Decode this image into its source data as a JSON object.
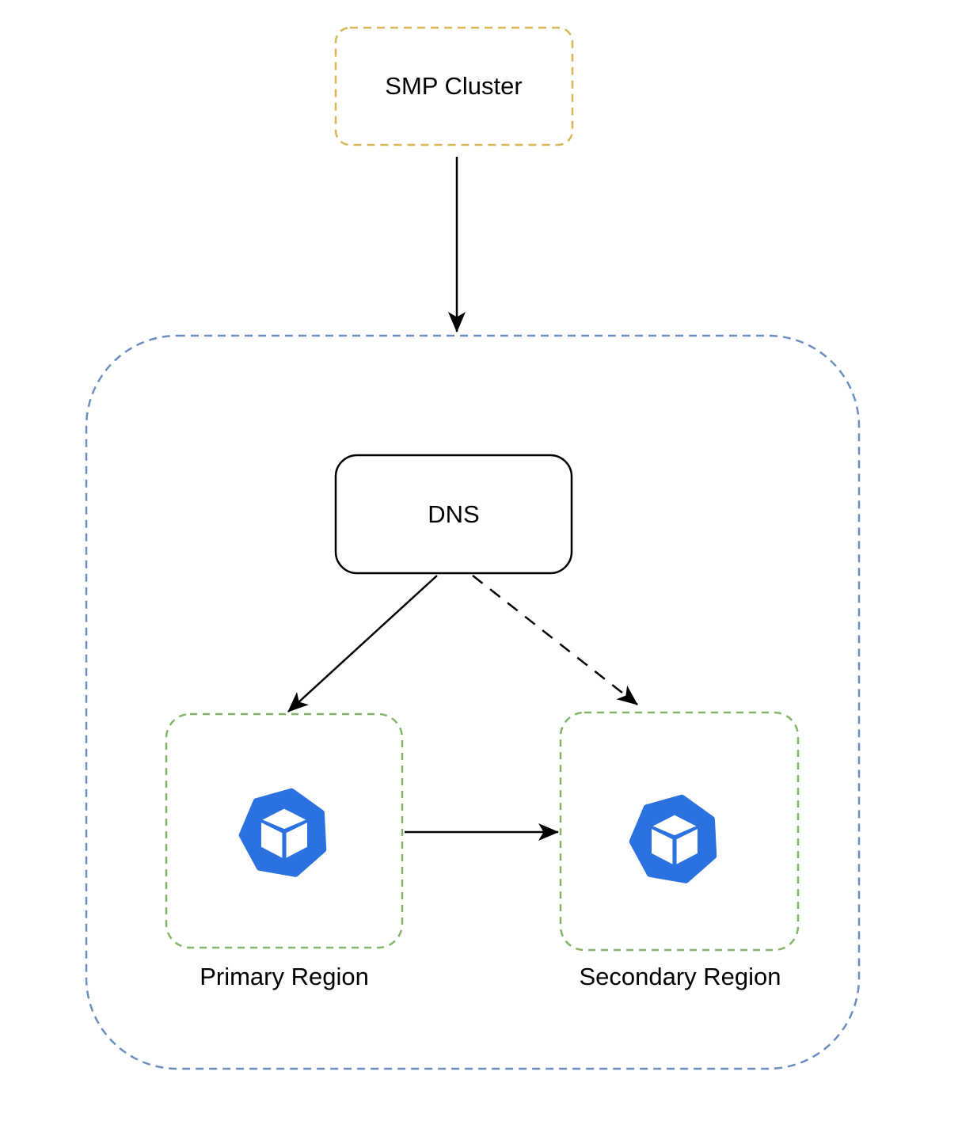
{
  "diagram": {
    "background": "#ffffff",
    "text_color": "#000000",
    "nodes": {
      "smp_cluster": {
        "label": "SMP Cluster",
        "border_color": "#d6b656",
        "border_style": "dashed",
        "fill": "#ffffff"
      },
      "region_container": {
        "border_color": "#6c8ebf",
        "border_style": "dashed",
        "fill": "#ffffff"
      },
      "dns": {
        "label": "DNS",
        "border_color": "#000000",
        "border_style": "solid",
        "fill": "#ffffff"
      },
      "primary_region": {
        "label": "Primary Region",
        "border_color": "#82b366",
        "border_style": "dashed",
        "fill": "#ffffff",
        "icon": "thanos-cube-icon",
        "icon_color": "#2b72e0",
        "icon_cube_color": "#ffffff"
      },
      "secondary_region": {
        "label": "Secondary Region",
        "border_color": "#82b366",
        "border_style": "dashed",
        "fill": "#ffffff",
        "icon": "thanos-cube-icon",
        "icon_color": "#2b72e0",
        "icon_cube_color": "#ffffff"
      }
    },
    "edges": [
      {
        "from": "smp_cluster",
        "to": "region_container",
        "style": "solid",
        "color": "#000000"
      },
      {
        "from": "dns",
        "to": "primary_region",
        "style": "solid",
        "color": "#000000"
      },
      {
        "from": "dns",
        "to": "secondary_region",
        "style": "dashed",
        "color": "#000000"
      },
      {
        "from": "primary_region",
        "to": "secondary_region",
        "style": "solid",
        "color": "#000000"
      }
    ]
  }
}
